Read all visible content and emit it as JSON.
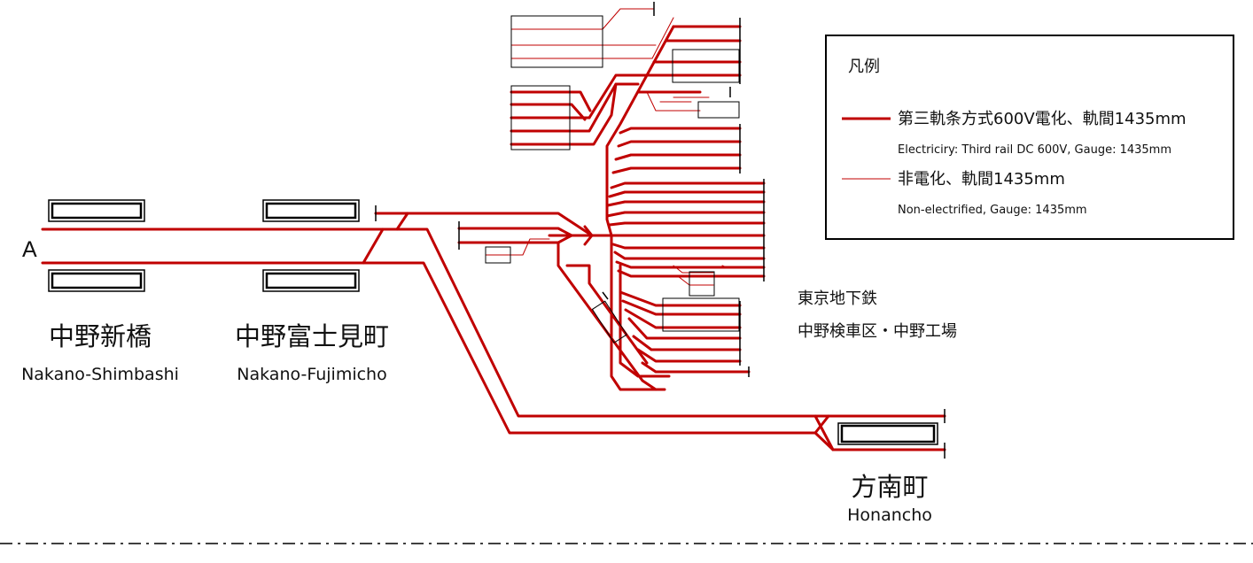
{
  "colors": {
    "electrified": "#c00000",
    "non_electrified": "#c00000",
    "structure": "#000000",
    "text": "#111111",
    "background": "#ffffff"
  },
  "line_marker": "A",
  "stations": [
    {
      "id": "nakano-shimbashi",
      "name_ja": "中野新橋",
      "name_en": "Nakano-Shimbashi"
    },
    {
      "id": "nakano-fujimicho",
      "name_ja": "中野富士見町",
      "name_en": "Nakano-Fujimicho"
    },
    {
      "id": "honancho",
      "name_ja": "方南町",
      "name_en": "Honancho"
    }
  ],
  "depot": {
    "line1": "東京地下鉄",
    "line2": "中野検車区・中野工場"
  },
  "legend": {
    "title": "凡例",
    "items": [
      {
        "label_ja": "第三軌条方式600V電化、軌間1435mm",
        "label_en": "Electriciry: Third rail DC 600V, Gauge: 1435mm",
        "style": "thick"
      },
      {
        "label_ja": "非電化、軌間1435mm",
        "label_en": "Non-electrified, Gauge: 1435mm",
        "style": "thin"
      }
    ]
  }
}
